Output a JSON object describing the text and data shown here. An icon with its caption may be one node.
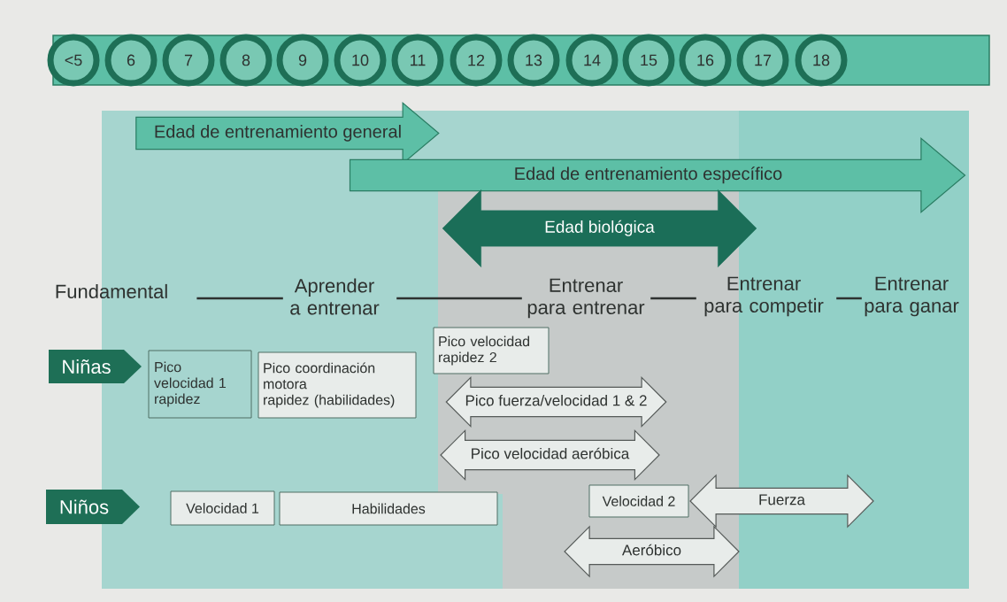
{
  "diagram": {
    "nodes": [
      {
        "text": [],
        "shape": "bar"
      },
      {
        "text": [
          "<5"
        ],
        "in": 0
      },
      {
        "text": [
          "6"
        ],
        "in": 0
      },
      {
        "text": [
          "7"
        ],
        "in": 0
      },
      {
        "text": [
          "8"
        ],
        "in": 0
      },
      {
        "text": [
          "9"
        ],
        "in": 0
      },
      {
        "text": [
          "10"
        ],
        "in": 0
      },
      {
        "text": [
          "11"
        ],
        "in": 0
      },
      {
        "text": [
          "12"
        ],
        "in": 0
      },
      {
        "text": [
          "13"
        ],
        "in": 0
      },
      {
        "text": [
          "14"
        ],
        "in": 0
      },
      {
        "text": [
          "15"
        ],
        "in": 0
      },
      {
        "text": [
          "16"
        ],
        "in": 0
      },
      {
        "text": [
          "17"
        ],
        "in": 0
      },
      {
        "text": [
          "18"
        ],
        "in": 0
      },
      {
        "text": [
          "Edad de entrenamiento general"
        ]
      },
      {
        "text": [
          "Edad de entrenamiento específico"
        ]
      },
      {
        "text": [
          "Edad biológica"
        ]
      },
      {
        "text": [
          "Fundamental"
        ]
      },
      {
        "text": [
          "Aprender a entrenar"
        ]
      },
      {
        "text": [
          "Entrenar para entrenar"
        ]
      },
      {
        "text": [
          "Entrenar para competir"
        ]
      },
      {
        "text": [
          "Entrenar para ganar"
        ]
      },
      {
        "text": [
          "Niñas"
        ]
      },
      {
        "text": [
          "Pico velocidad 1 rapidez"
        ]
      },
      {
        "text": [
          "Pico coordinación motora rapidez (habilidades)"
        ]
      },
      {
        "text": [
          "Pico velocidad rapidez 2"
        ]
      },
      {
        "text": [
          "Pico fuerza/velocidad 1 & 2"
        ]
      },
      {
        "text": [
          "Pico velocidad aeróbica"
        ]
      },
      {
        "text": [
          "Niños"
        ]
      },
      {
        "text": [
          "Velocidad 1"
        ]
      },
      {
        "text": [
          "Habilidades"
        ]
      },
      {
        "text": [
          "Velocidad 2"
        ]
      },
      {
        "text": [
          "Fuerza"
        ]
      },
      {
        "text": [
          "Aeróbico"
        ]
      }
    ],
    "edges": [
      {
        "from": 18,
        "to": 19,
        "arrow": "none"
      },
      {
        "from": 19,
        "to": 20,
        "arrow": "none"
      },
      {
        "from": 20,
        "to": 21,
        "arrow": "none"
      },
      {
        "from": 21,
        "to": 22,
        "arrow": "none"
      }
    ]
  }
}
